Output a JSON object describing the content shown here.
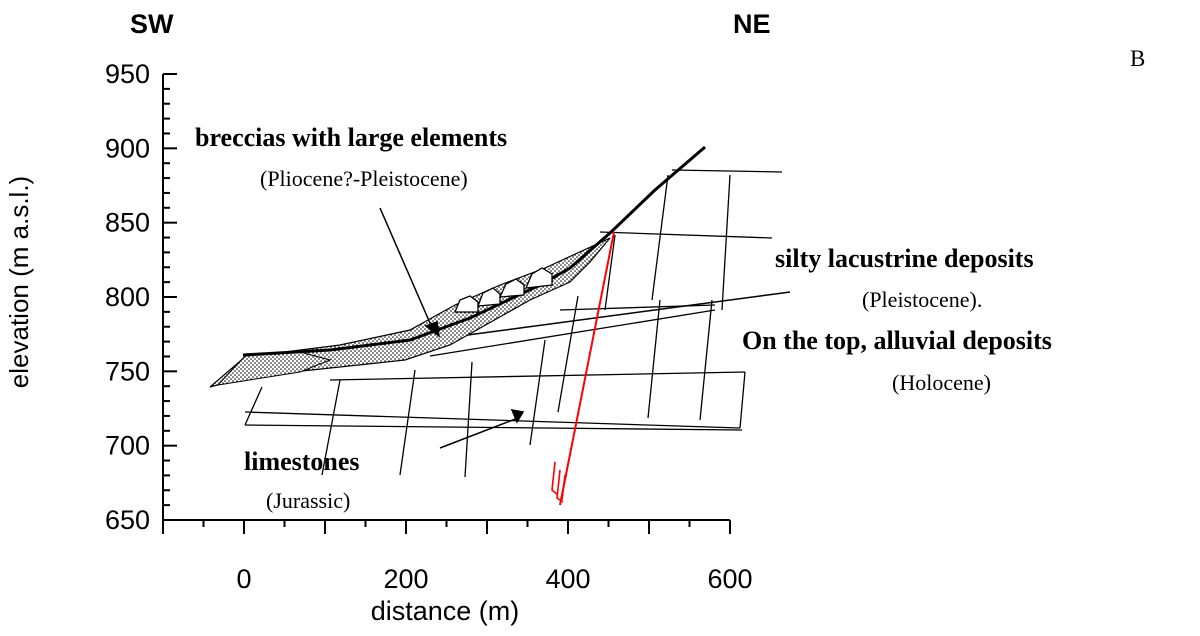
{
  "panel_label": "B",
  "orientation": {
    "left": "SW",
    "right": "NE"
  },
  "axes": {
    "xlabel": "distance (m)",
    "ylabel": "elevation (m a.s.l.)",
    "x_ticks": [
      "0",
      "200",
      "400",
      "600"
    ],
    "y_ticks": [
      "950",
      "900",
      "850",
      "800",
      "750",
      "700",
      "650"
    ],
    "xlim": [
      -100,
      600
    ],
    "ylim": [
      650,
      950
    ]
  },
  "annotations": {
    "breccias": {
      "title": "breccias with large elements",
      "age": "(Pliocene?-Pleistocene)"
    },
    "silty": {
      "title": "silty lacustrine deposits",
      "age": "(Pleistocene)."
    },
    "alluvial": {
      "title": "On the top, alluvial deposits",
      "age": "(Holocene)"
    },
    "limestones": {
      "title": "limestones",
      "age": "(Jurassic)"
    }
  },
  "colors": {
    "fault": "#ff0000",
    "line": "#000000"
  }
}
